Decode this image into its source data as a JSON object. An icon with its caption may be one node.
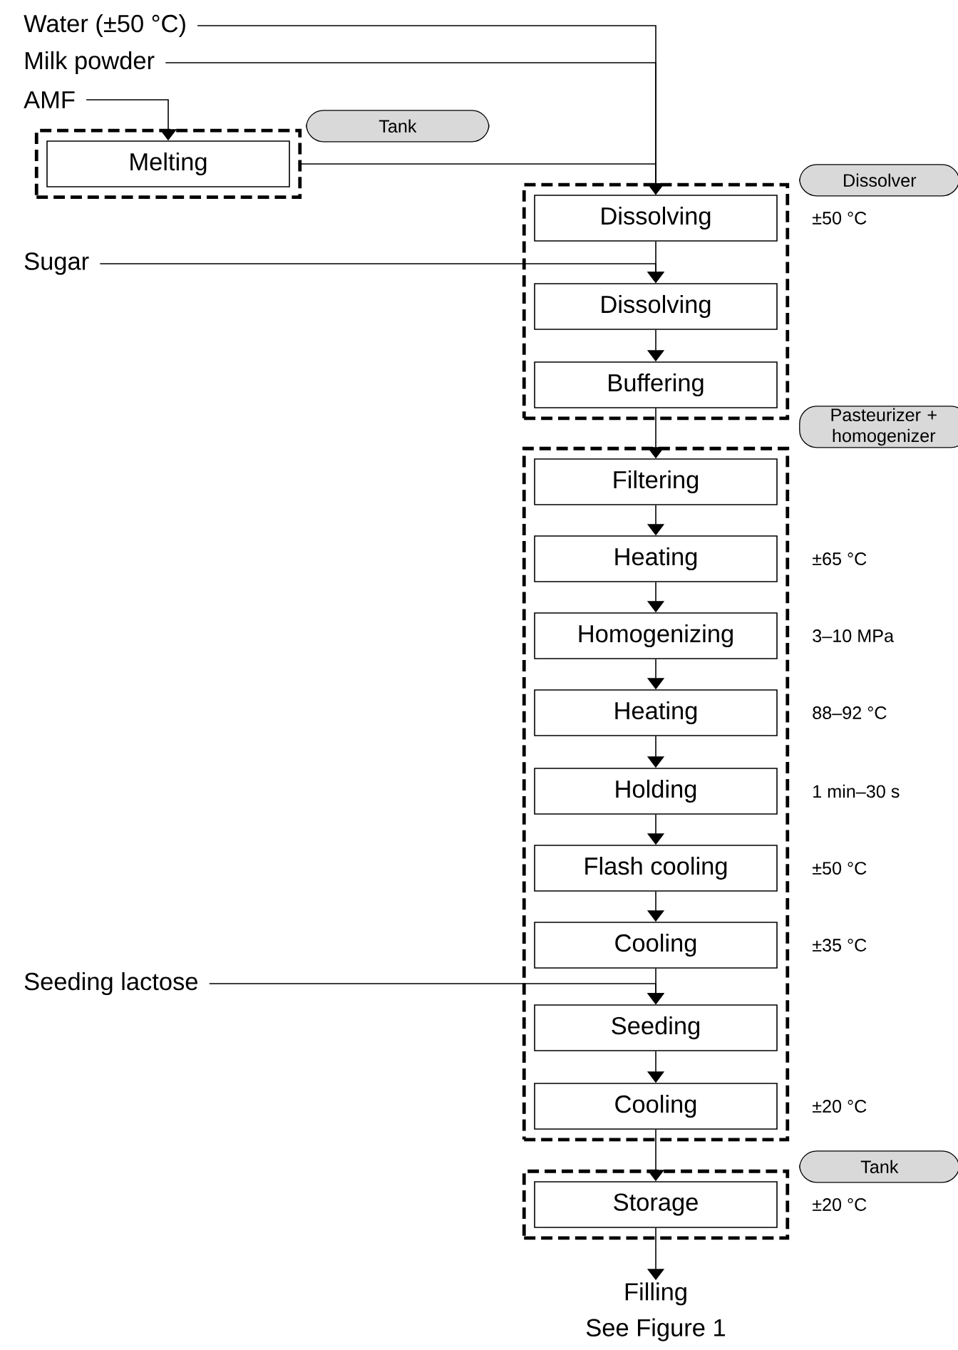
{
  "diagram": {
    "nodes": [
      {
        "text": [
          "Water (±50 °C)"
        ]
      },
      {
        "text": [
          "Milk powder"
        ]
      },
      {
        "text": [
          "AMF"
        ]
      },
      {
        "text": [
          "Tank"
        ]
      },
      {
        "text": [
          "Melting"
        ],
        "in": 3
      },
      {
        "text": [
          "Dissolver"
        ]
      },
      {
        "text": [
          "Dissolving"
        ],
        "in": 5,
        "beside": [
          "±50 °C"
        ]
      },
      {
        "text": [
          "Sugar"
        ]
      },
      {
        "text": [
          "Dissolving"
        ],
        "in": 5
      },
      {
        "text": [
          "Buffering"
        ],
        "in": 5
      },
      {
        "text": [
          "Pasteurizer + homogenizer"
        ]
      },
      {
        "text": [
          "Filtering"
        ],
        "in": 10
      },
      {
        "text": [
          "Heating"
        ],
        "in": 10,
        "beside": [
          "±65 °C"
        ]
      },
      {
        "text": [
          "Homogenizing"
        ],
        "in": 10,
        "beside": [
          "3–10 MPa"
        ]
      },
      {
        "text": [
          "Heating"
        ],
        "in": 10,
        "beside": [
          "88–92 °C"
        ]
      },
      {
        "text": [
          "Holding"
        ],
        "in": 10,
        "beside": [
          "1 min–30 s"
        ]
      },
      {
        "text": [
          "Flash cooling"
        ],
        "in": 10,
        "beside": [
          "±50 °C"
        ]
      },
      {
        "text": [
          "Cooling"
        ],
        "in": 10,
        "beside": [
          "±35 °C"
        ]
      },
      {
        "text": [
          "Seeding lactose"
        ]
      },
      {
        "text": [
          "Seeding"
        ],
        "in": 10
      },
      {
        "text": [
          "Cooling"
        ],
        "in": 10,
        "beside": [
          "±20 °C"
        ]
      },
      {
        "text": [
          "Tank"
        ]
      },
      {
        "text": [
          "Storage"
        ],
        "in": 21,
        "beside": [
          "±20 °C"
        ]
      },
      {
        "text": [
          "Filling",
          "See Figure 1"
        ]
      }
    ],
    "edges": [
      {
        "from": 2,
        "to": 4,
        "arrow": "to"
      },
      {
        "from": 0,
        "to": 6,
        "arrow": "to"
      },
      {
        "from": 1,
        "to": 6,
        "arrow": "to"
      },
      {
        "from": 4,
        "to": 6,
        "arrow": "to"
      },
      {
        "from": 6,
        "to": 8,
        "arrow": "to"
      },
      {
        "from": 7,
        "to": 8,
        "arrow": "to"
      },
      {
        "from": 8,
        "to": 9,
        "arrow": "to"
      },
      {
        "from": 9,
        "to": 11,
        "arrow": "to"
      },
      {
        "from": 11,
        "to": 12,
        "arrow": "to"
      },
      {
        "from": 12,
        "to": 13,
        "arrow": "to"
      },
      {
        "from": 13,
        "to": 14,
        "arrow": "to"
      },
      {
        "from": 14,
        "to": 15,
        "arrow": "to"
      },
      {
        "from": 15,
        "to": 16,
        "arrow": "to"
      },
      {
        "from": 16,
        "to": 17,
        "arrow": "to"
      },
      {
        "from": 17,
        "to": 19,
        "arrow": "to"
      },
      {
        "from": 18,
        "to": 19,
        "arrow": "to"
      },
      {
        "from": 19,
        "to": 20,
        "arrow": "to"
      },
      {
        "from": 20,
        "to": 22,
        "arrow": "to"
      },
      {
        "from": 22,
        "to": 23,
        "arrow": "to"
      }
    ]
  }
}
